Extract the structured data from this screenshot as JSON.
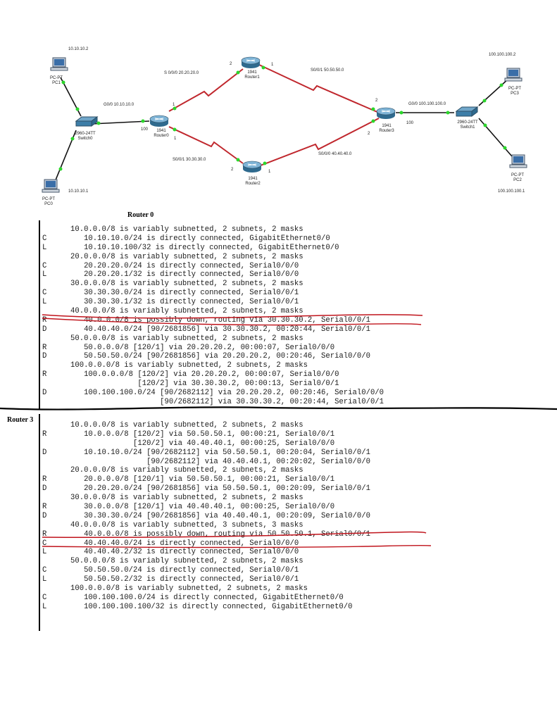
{
  "devices": {
    "pc1": {
      "type": "PC-PT",
      "name": "PC1",
      "ip": "10.10.10.2"
    },
    "pc0": {
      "type": "PC-PT",
      "name": "PC0",
      "ip": "10.10.10.1"
    },
    "pc3": {
      "type": "PC-PT",
      "name": "PC3",
      "ip": "100.100.100.2"
    },
    "pc2": {
      "type": "PC-PT",
      "name": "PC2",
      "ip": "100.100.100.1"
    },
    "switch0": {
      "model": "2960-24TT",
      "name": "Switch0"
    },
    "switch1": {
      "model": "2960-24TT",
      "name": "Switch1"
    },
    "router0": {
      "model": "1941",
      "name": "Router0"
    },
    "router1": {
      "model": "1941",
      "name": "Router1"
    },
    "router2": {
      "model": "1941",
      "name": "Router2"
    },
    "router3": {
      "model": "1941",
      "name": "Router3"
    }
  },
  "links": {
    "r0_g00": "G0/0 10.10.10.0",
    "r0_r1": "S 0/0/0 20.20.20.0",
    "r1_r3": "S0/0/1  50.50.50.0",
    "r0_r2": "S0/0/1 30.30.30.0",
    "r2_r3": "S0/0/0 40.40.40.0",
    "r3_g00": "G0/0 100.100.100.0"
  },
  "ports": {
    "r0_sw": "100",
    "r0_r1": "1",
    "r0_r2": "1",
    "r1_left": "2",
    "r1_right": "1",
    "r2_left": "2",
    "r2_right": "1",
    "r3_top": "2",
    "r3_bottom": "2",
    "r3_sw": "100"
  },
  "router0_section": {
    "title": "Router 0",
    "rows": [
      {
        "code": "",
        "text": "10.0.0.0/8 is variably subnetted, 2 subnets, 2 masks"
      },
      {
        "code": "C",
        "text": "   10.10.10.0/24 is directly connected, GigabitEthernet0/0"
      },
      {
        "code": "L",
        "text": "   10.10.10.100/32 is directly connected, GigabitEthernet0/0"
      },
      {
        "code": "",
        "text": "20.0.0.0/8 is variably subnetted, 2 subnets, 2 masks"
      },
      {
        "code": "C",
        "text": "   20.20.20.0/24 is directly connected, Serial0/0/0"
      },
      {
        "code": "L",
        "text": "   20.20.20.1/32 is directly connected, Serial0/0/0"
      },
      {
        "code": "",
        "text": "30.0.0.0/8 is variably subnetted, 2 subnets, 2 masks"
      },
      {
        "code": "C",
        "text": "   30.30.30.0/24 is directly connected, Serial0/0/1"
      },
      {
        "code": "L",
        "text": "   30.30.30.1/32 is directly connected, Serial0/0/1"
      },
      {
        "code": "",
        "text": "40.0.0.0/8 is variably subnetted, 2 subnets, 2 masks"
      },
      {
        "code": "R",
        "text": "   40.0.0.0/8 is possibly down, routing via 30.30.30.2, Serial0/0/1"
      },
      {
        "code": "D",
        "text": "   40.40.40.0/24 [90/2681856] via 30.30.30.2, 00:20:44, Serial0/0/1"
      },
      {
        "code": "",
        "text": "50.0.0.0/8 is variably subnetted, 2 subnets, 2 masks"
      },
      {
        "code": "R",
        "text": "   50.0.0.0/8 [120/1] via 20.20.20.2, 00:00:07, Serial0/0/0"
      },
      {
        "code": "D",
        "text": "   50.50.50.0/24 [90/2681856] via 20.20.20.2, 00:20:46, Serial0/0/0"
      },
      {
        "code": "",
        "text": "100.0.0.0/8 is variably subnetted, 2 subnets, 2 masks"
      },
      {
        "code": "R",
        "text": "   100.0.0.0/8 [120/2] via 20.20.20.2, 00:00:07, Serial0/0/0"
      },
      {
        "code": "",
        "text": "               [120/2] via 30.30.30.2, 00:00:13, Serial0/0/1"
      },
      {
        "code": "D",
        "text": "   100.100.100.0/24 [90/2682112] via 20.20.20.2, 00:20:46, Serial0/0/0"
      },
      {
        "code": "",
        "text": "                    [90/2682112] via 30.30.30.2, 00:20:44, Serial0/0/1"
      }
    ]
  },
  "router3_section": {
    "title": "Router 3",
    "rows": [
      {
        "code": "",
        "text": "10.0.0.0/8 is variably subnetted, 2 subnets, 2 masks"
      },
      {
        "code": "R",
        "text": "   10.0.0.0/8 [120/2] via 50.50.50.1, 00:00:21, Serial0/0/1"
      },
      {
        "code": "",
        "text": "              [120/2] via 40.40.40.1, 00:00:25, Serial0/0/0"
      },
      {
        "code": "D",
        "text": "   10.10.10.0/24 [90/2682112] via 50.50.50.1, 00:20:04, Serial0/0/1"
      },
      {
        "code": "",
        "text": "                 [90/2682112] via 40.40.40.1, 00:20:02, Serial0/0/0"
      },
      {
        "code": "",
        "text": "20.0.0.0/8 is variably subnetted, 2 subnets, 2 masks"
      },
      {
        "code": "R",
        "text": "   20.0.0.0/8 [120/1] via 50.50.50.1, 00:00:21, Serial0/0/1"
      },
      {
        "code": "D",
        "text": "   20.20.20.0/24 [90/2681856] via 50.50.50.1, 00:20:09, Serial0/0/1"
      },
      {
        "code": "",
        "text": "30.0.0.0/8 is variably subnetted, 2 subnets, 2 masks"
      },
      {
        "code": "R",
        "text": "   30.0.0.0/8 [120/1] via 40.40.40.1, 00:00:25, Serial0/0/0"
      },
      {
        "code": "D",
        "text": "   30.30.30.0/24 [90/2681856] via 40.40.40.1, 00:20:09, Serial0/0/0"
      },
      {
        "code": "",
        "text": "40.0.0.0/8 is variably subnetted, 3 subnets, 3 masks"
      },
      {
        "code": "R",
        "text": "   40.0.0.0/8 is possibly down, routing via 50.50.50.1, Serial0/0/1"
      },
      {
        "code": "C",
        "text": "   40.40.40.0/24 is directly connected, Serial0/0/0"
      },
      {
        "code": "L",
        "text": "   40.40.40.2/32 is directly connected, Serial0/0/0"
      },
      {
        "code": "",
        "text": "50.0.0.0/8 is variably subnetted, 2 subnets, 2 masks"
      },
      {
        "code": "C",
        "text": "   50.50.50.0/24 is directly connected, Serial0/0/1"
      },
      {
        "code": "L",
        "text": "   50.50.50.2/32 is directly connected, Serial0/0/1"
      },
      {
        "code": "",
        "text": "100.0.0.0/8 is variably subnetted, 2 subnets, 2 masks"
      },
      {
        "code": "C",
        "text": "   100.100.100.0/24 is directly connected, GigabitEthernet0/0"
      },
      {
        "code": "L",
        "text": "   100.100.100.100/32 is directly connected, GigabitEthernet0/0"
      }
    ]
  },
  "colors": {
    "serial_link": "#c0272d",
    "ethernet_link": "#111111",
    "link_up_dot": "#2bd62b",
    "annotation_pen": "#c0141c"
  }
}
